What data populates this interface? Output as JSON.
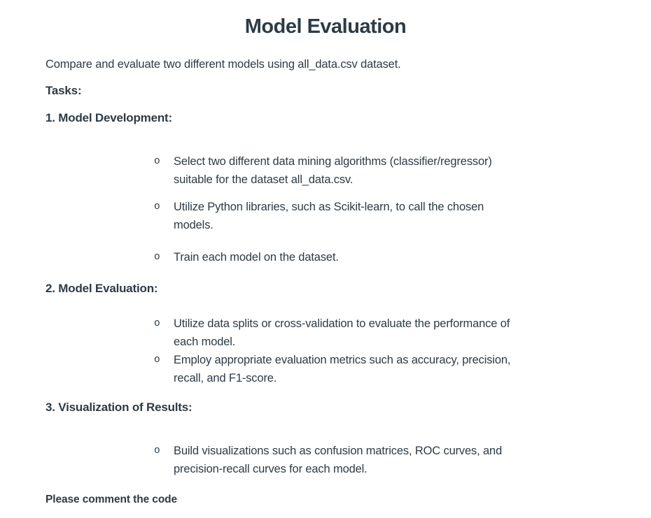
{
  "page": {
    "title": "Model Evaluation",
    "intro": "Compare and evaluate two different models using all_data.csv dataset.",
    "tasks_label": "Tasks:",
    "bullet_marker": "o",
    "sections": [
      {
        "heading": "1. Model Development:",
        "bullets": [
          "Select two different data mining algorithms (classifier/regressor)\nsuitable for the dataset all_data.csv.",
          "Utilize Python libraries, such as Scikit-learn, to call the chosen\nmodels.",
          "Train each model on the dataset."
        ]
      },
      {
        "heading": "2. Model Evaluation:",
        "bullets": [
          "Utilize data splits or cross-validation to evaluate the performance of\neach model.",
          "Employ appropriate evaluation metrics such as accuracy, precision,\nrecall, and F1-score."
        ]
      },
      {
        "heading": "3. Visualization of Results:",
        "bullets": [
          "Build visualizations such as confusion matrices, ROC curves, and\nprecision-recall curves for each model."
        ]
      }
    ],
    "footer_note": "Please comment the code",
    "colors": {
      "text": "#2d3b45",
      "background": "#ffffff"
    }
  }
}
